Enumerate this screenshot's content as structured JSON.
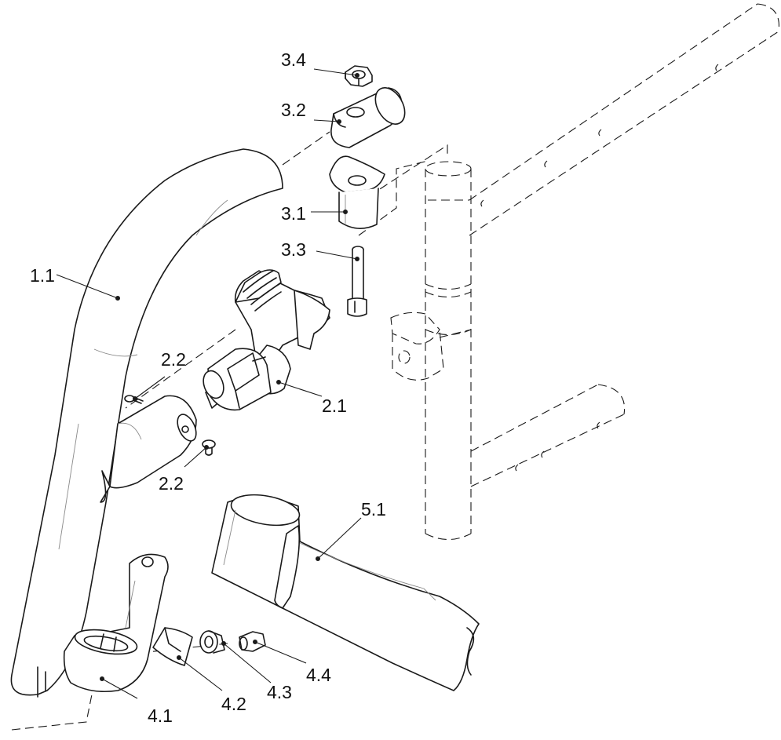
{
  "figure": {
    "labels": {
      "p11": "1.1",
      "p21": "2.1",
      "p22a": "2.2",
      "p22b": "2.2",
      "p31": "3.1",
      "p32": "3.2",
      "p33": "3.3",
      "p34": "3.4",
      "p41": "4.1",
      "p42": "4.2",
      "p43": "4.3",
      "p44": "4.4",
      "p51": "5.1"
    }
  }
}
